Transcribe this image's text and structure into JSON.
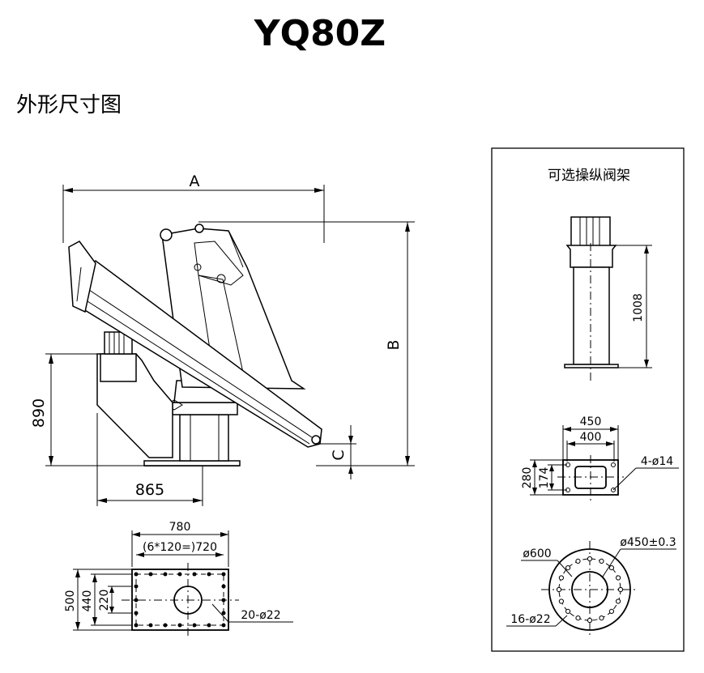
{
  "title": "YQ80Z",
  "section_heading": "外形尺寸图",
  "side_view": {
    "dim_a": "A",
    "dim_b": "B",
    "dim_c": "C",
    "dim_height": "890",
    "dim_offset": "865"
  },
  "base_plate": {
    "dim_width": "780",
    "dim_bolt_span": "(6*120=)720",
    "dim_depth": "500",
    "dim_inner_depth": "440",
    "dim_bolt_row": "220",
    "hole_note": "20-ø22"
  },
  "valve_panel": {
    "title": "可选操纵阀架",
    "dim_height": "1008",
    "dim_width_outer": "450",
    "dim_width_inner": "400",
    "dim_depth_outer": "280",
    "dim_depth_inner": "174",
    "hole_note_square": "4-ø14",
    "dim_pcd": "ø600",
    "dim_bore": "ø450±0.3",
    "hole_note_round": "16-ø22"
  }
}
